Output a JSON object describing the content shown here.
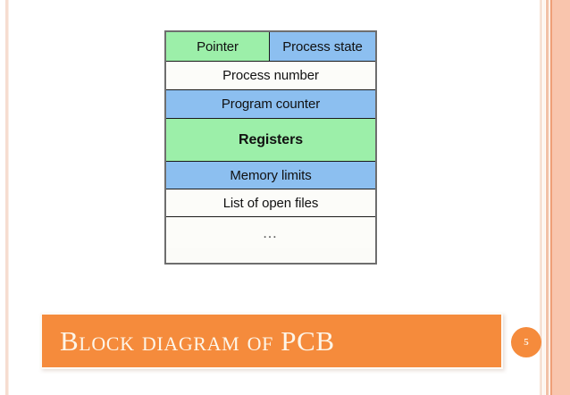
{
  "slide": {
    "title": "Block diagram of PCB",
    "page_number": "5",
    "accent_color": "#f58b3c",
    "title_text_color": "#fdf5e8",
    "background_color": "#ffffff"
  },
  "decor": {
    "left_rule_color": "#f6ddd0",
    "right_stripes": [
      "#f7e2d6",
      "#fdf4ee",
      "#f2c2a8",
      "#fcf0e8",
      "#ef9f77",
      "#f9c5ad"
    ]
  },
  "pcb_table": {
    "caption": "Block diagram of PCB",
    "colors": {
      "green": "#9cefa9",
      "blue": "#8cbff0",
      "white": "#fcfcf9",
      "border": "#1a1a1a",
      "outer_border": "#6e6e6e"
    },
    "rows": [
      {
        "kind": "split",
        "left": {
          "label": "Pointer",
          "fill": "green"
        },
        "right": {
          "label": "Process state",
          "fill": "blue"
        }
      },
      {
        "kind": "single",
        "label": "Process number",
        "fill": "white"
      },
      {
        "kind": "single",
        "label": "Program counter",
        "fill": "blue"
      },
      {
        "kind": "single",
        "label": "Registers",
        "fill": "green",
        "bold": true
      },
      {
        "kind": "single",
        "label": "Memory limits",
        "fill": "blue"
      },
      {
        "kind": "single",
        "label": "List of open files",
        "fill": "white"
      },
      {
        "kind": "single",
        "label": "…",
        "fill": "white",
        "ellipsis": true
      }
    ]
  }
}
